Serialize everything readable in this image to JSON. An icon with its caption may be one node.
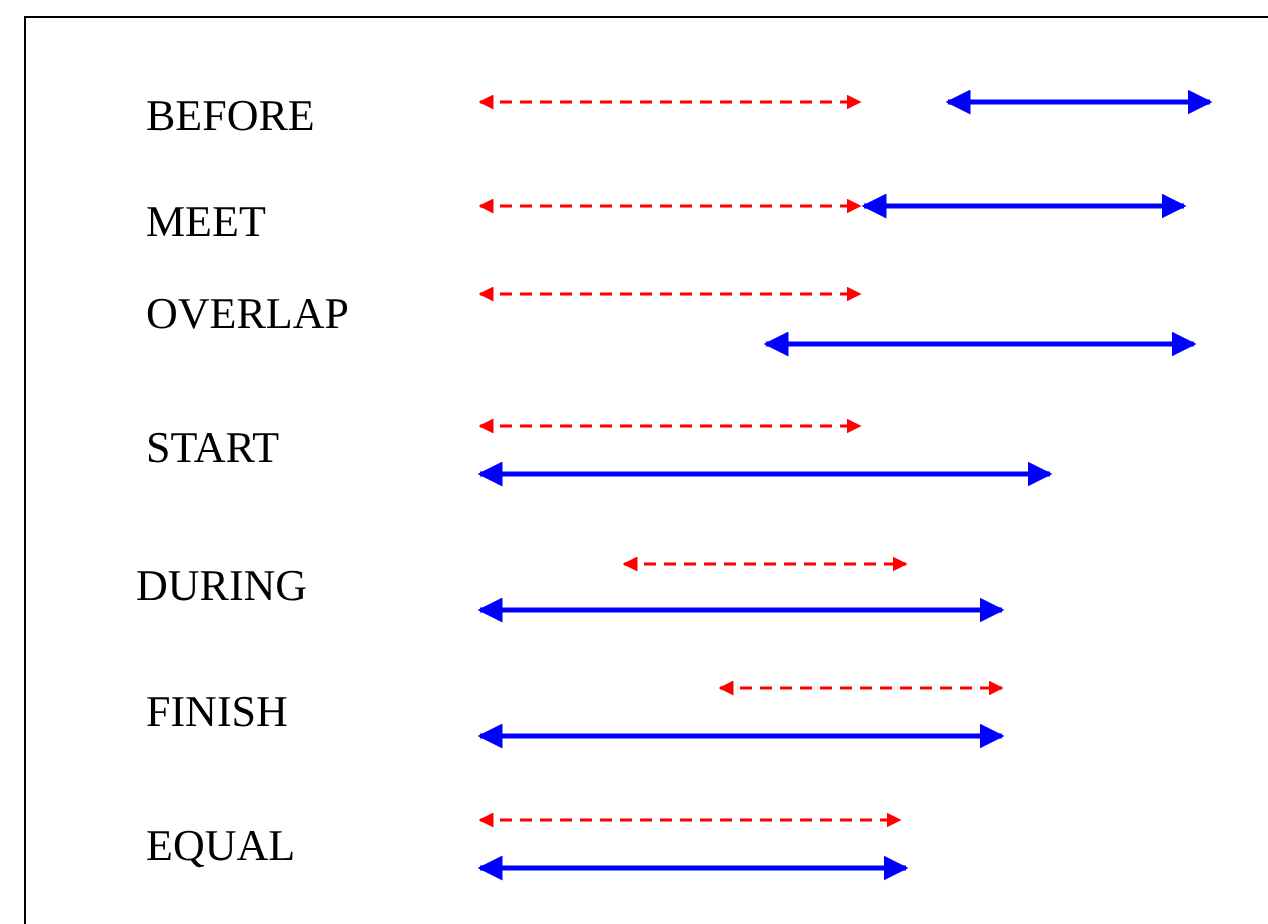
{
  "diagram": {
    "labels": [
      "BEFORE",
      "MEET",
      "OVERLAP",
      "START",
      "DURING",
      "FINISH",
      "EQUAL"
    ]
  }
}
